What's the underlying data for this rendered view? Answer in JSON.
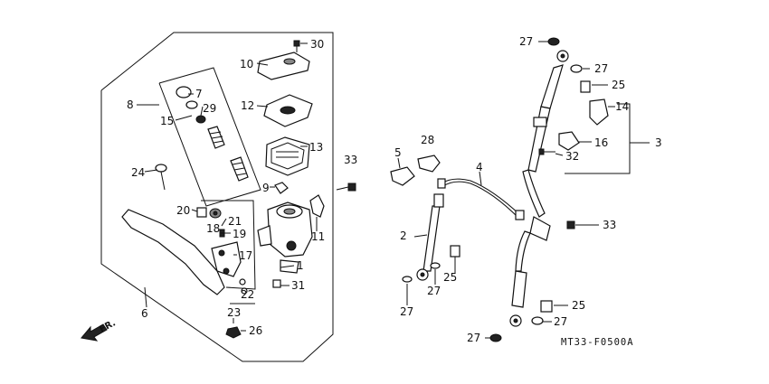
{
  "diagram": {
    "code": "MT33-F0500A",
    "direction": "FR.",
    "callouts": [
      {
        "id": "c30",
        "text": "30"
      },
      {
        "id": "c10",
        "text": "10"
      },
      {
        "id": "c7",
        "text": "7"
      },
      {
        "id": "c8",
        "text": "8"
      },
      {
        "id": "c29",
        "text": "29"
      },
      {
        "id": "c15",
        "text": "15"
      },
      {
        "id": "c12",
        "text": "12"
      },
      {
        "id": "c13",
        "text": "13"
      },
      {
        "id": "c24",
        "text": "24"
      },
      {
        "id": "c9",
        "text": "9"
      },
      {
        "id": "c33a",
        "text": "33"
      },
      {
        "id": "c20",
        "text": "20"
      },
      {
        "id": "c21",
        "text": "21"
      },
      {
        "id": "c18",
        "text": "18"
      },
      {
        "id": "c19",
        "text": "19"
      },
      {
        "id": "c11",
        "text": "11"
      },
      {
        "id": "c17",
        "text": "17"
      },
      {
        "id": "c1",
        "text": "1"
      },
      {
        "id": "c22",
        "text": "22"
      },
      {
        "id": "c31",
        "text": "31"
      },
      {
        "id": "c6",
        "text": "6"
      },
      {
        "id": "c23",
        "text": "23"
      },
      {
        "id": "c26",
        "text": "26"
      },
      {
        "id": "c5",
        "text": "5"
      },
      {
        "id": "c28",
        "text": "28"
      },
      {
        "id": "c4",
        "text": "4"
      },
      {
        "id": "c2",
        "text": "2"
      },
      {
        "id": "c25a",
        "text": "25"
      },
      {
        "id": "c27a",
        "text": "27"
      },
      {
        "id": "c27b",
        "text": "27"
      },
      {
        "id": "c27c",
        "text": "27"
      },
      {
        "id": "c27d",
        "text": "27"
      },
      {
        "id": "c27e",
        "text": "27"
      },
      {
        "id": "c25b",
        "text": "25"
      },
      {
        "id": "c14",
        "text": "14"
      },
      {
        "id": "c16",
        "text": "16"
      },
      {
        "id": "c3",
        "text": "3"
      },
      {
        "id": "c32",
        "text": "32"
      },
      {
        "id": "c33b",
        "text": "33"
      },
      {
        "id": "c25c",
        "text": "25"
      },
      {
        "id": "c27f",
        "text": "27"
      },
      {
        "id": "c27g",
        "text": "27"
      }
    ]
  }
}
